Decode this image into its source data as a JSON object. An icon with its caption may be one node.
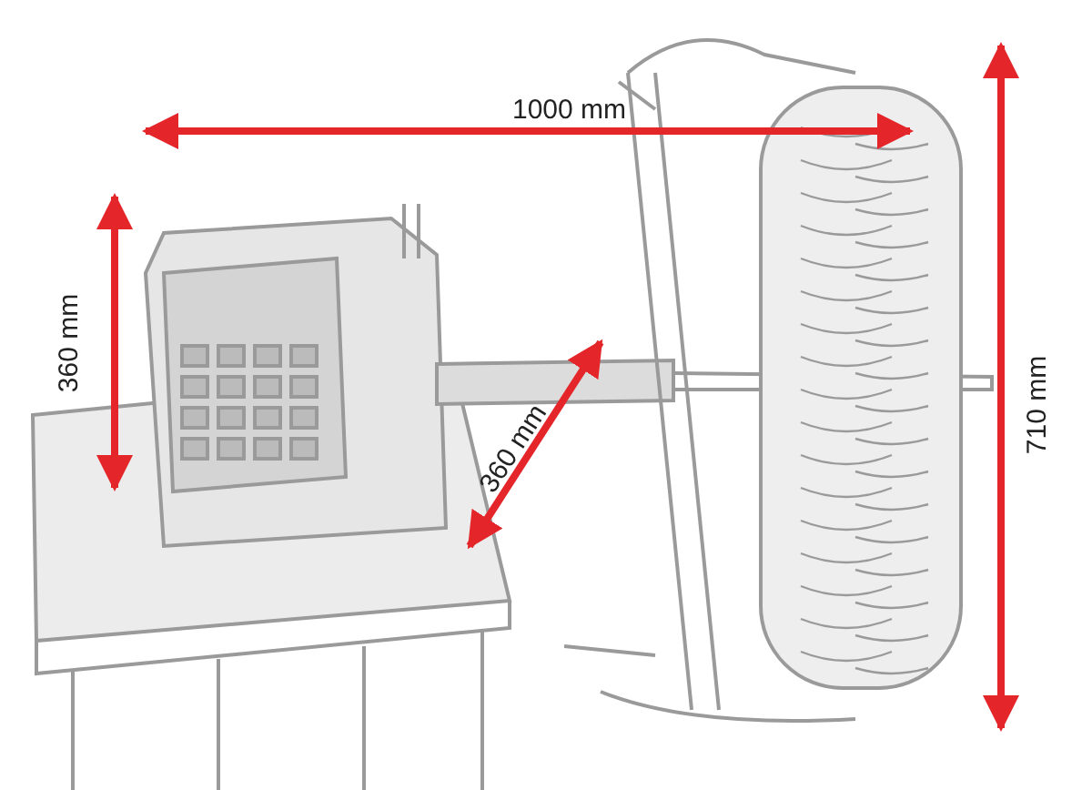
{
  "diagram": {
    "labels": [
      "1000 mm",
      "360 mm",
      "360 mm",
      "710 mm"
    ]
  }
}
